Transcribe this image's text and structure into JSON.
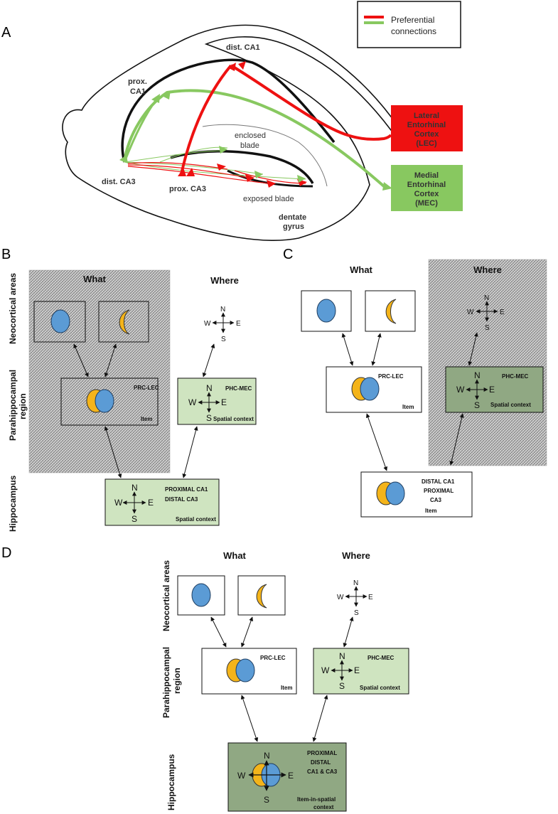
{
  "legend": {
    "label1": "Preferential",
    "label2": "connections",
    "colors": {
      "red": "#ee1111",
      "green": "#88c860"
    }
  },
  "panel_a": {
    "letter": "A",
    "dist_ca1": "dist. CA1",
    "prox_ca1_1": "prox.",
    "prox_ca1_2": "CA1",
    "dist_ca3": "dist. CA3",
    "prox_ca3": "prox. CA3",
    "enclosed_1": "enclosed",
    "enclosed_2": "blade",
    "exposed": "exposed blade",
    "dg_1": "dentate",
    "dg_2": "gyrus",
    "lec": [
      "Lateral",
      "Entorhinal",
      "Cortex",
      "(LEC)"
    ],
    "mec": [
      "Medial",
      "Entorhinal",
      "Cortex",
      "(MEC)"
    ],
    "lec_color": "#ee1111",
    "mec_color": "#88c860"
  },
  "panel_b": {
    "letter": "B",
    "what": "What",
    "where": "Where",
    "row_neo": "Neocortical areas",
    "row_para1": "Parahippocampal",
    "row_para2": "region",
    "row_hippo": "Hippocampus",
    "prc": "PRC-LEC",
    "item": "Item",
    "phc": "PHC-MEC",
    "spatial": "Spatial context",
    "hip1": "PROXIMAL CA1",
    "hip2": "DISTAL CA3",
    "hip_ctx": "Spatial context"
  },
  "panel_c": {
    "letter": "C",
    "what": "What",
    "where": "Where",
    "prc": "PRC-LEC",
    "item": "Item",
    "phc": "PHC-MEC",
    "spatial": "Spatial context",
    "hip1": "DISTAL CA1",
    "hip2": "PROXIMAL",
    "hip3": "CA3",
    "hip_ctx": "Item"
  },
  "panel_d": {
    "letter": "D",
    "what": "What",
    "where": "Where",
    "row_neo": "Neocortical areas",
    "row_para1": "Parahippocampal",
    "row_para2": "region",
    "row_hippo": "Hippocampus",
    "prc": "PRC-LEC",
    "item": "Item",
    "phc": "PHC-MEC",
    "spatial": "Spatial context",
    "hip1": "PROXIMAL",
    "hip2": "DISTAL",
    "hip3": "CA1 & CA3",
    "hip_ctx1": "Item-in-spatial",
    "hip_ctx2": "context"
  },
  "compass": {
    "n": "N",
    "s": "S",
    "e": "E",
    "w": "W"
  },
  "colors": {
    "blue": "#5b9bd5",
    "orange": "#f4b41a",
    "light_green": "#cfe4c0",
    "dark_green": "#90a883"
  }
}
